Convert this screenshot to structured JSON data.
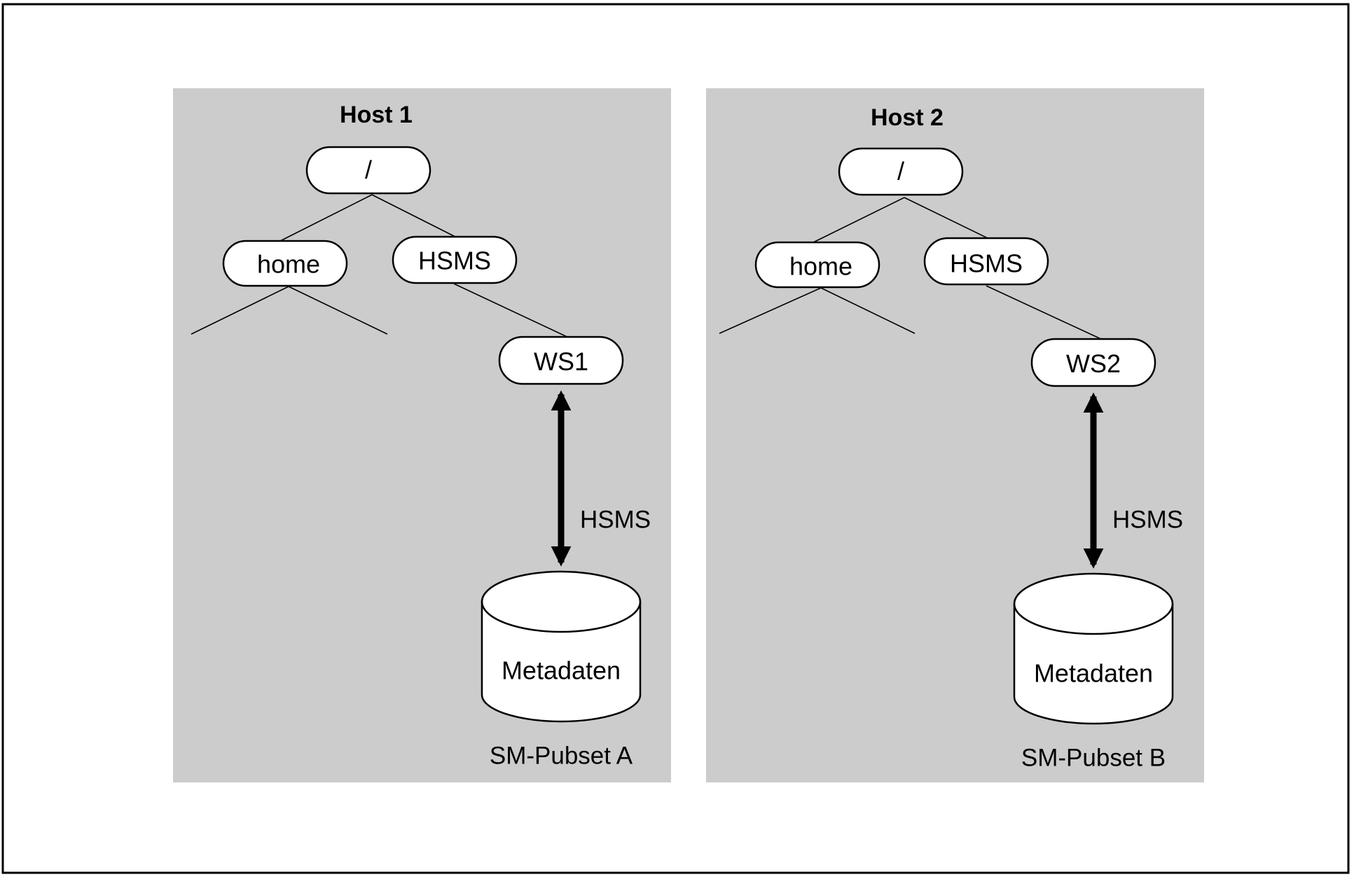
{
  "colors": {
    "frame_border": "#000000",
    "panel_background": "#cccccc",
    "node_fill": "#ffffff",
    "line": "#000000"
  },
  "host1": {
    "title": "Host 1",
    "root": "/",
    "home": "home",
    "hsms": "HSMS",
    "ws": "WS1",
    "link_label": "HSMS",
    "storage": "Metadaten",
    "pubset": "SM-Pubset A"
  },
  "host2": {
    "title": "Host 2",
    "root": "/",
    "home": "home",
    "hsms": "HSMS",
    "ws": "WS2",
    "link_label": "HSMS",
    "storage": "Metadaten",
    "pubset": "SM-Pubset B"
  }
}
